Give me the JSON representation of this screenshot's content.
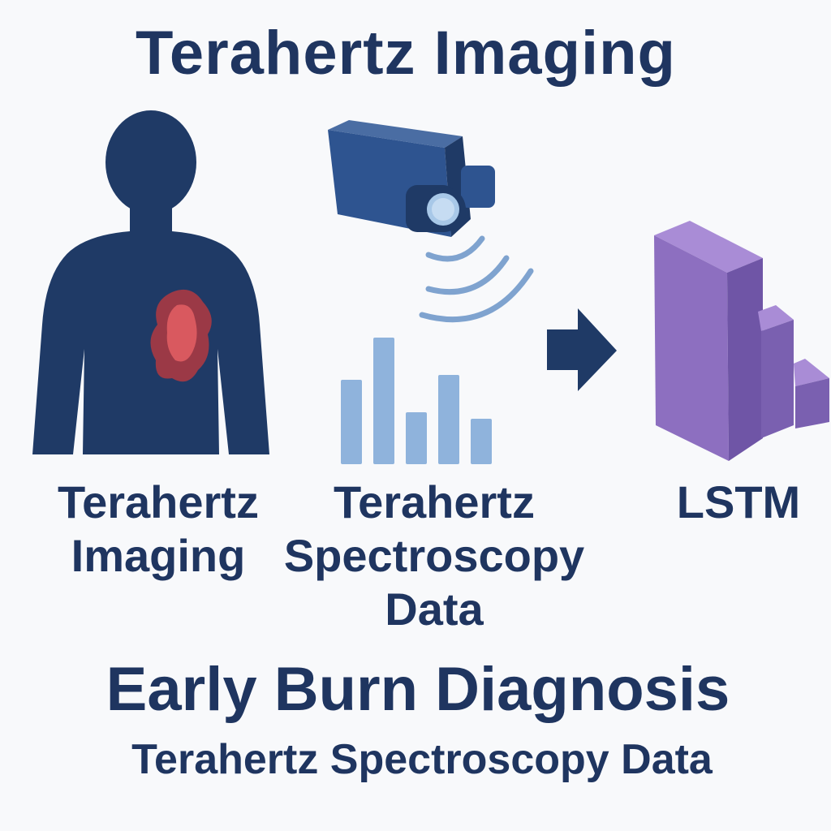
{
  "title": "Terahertz Imaging",
  "labels": {
    "imaging": [
      "Terahertz",
      "Imaging"
    ],
    "spectroscopy": [
      "Terahertz",
      "Spectroscopy",
      "Data"
    ],
    "lstm": "LSTM"
  },
  "headline": "Early Burn Diagnosis",
  "subline": "Terahertz Spectroscopy Data",
  "icons": {
    "person": "human-silhouette-icon",
    "burn": "burn-wound-icon",
    "camera": "terahertz-camera-icon",
    "waves": "signal-waves-icon",
    "bars": "spectrum-bars-icon",
    "arrow": "arrow-right-icon",
    "lstm": "lstm-block-icon"
  },
  "colors": {
    "primary": "#1f3560",
    "burn": "#c94a55",
    "wave": "#7fa3cf",
    "bars": "#8fb3dc",
    "lstm": "#8d6fc0",
    "background": "#f8f9fb"
  }
}
